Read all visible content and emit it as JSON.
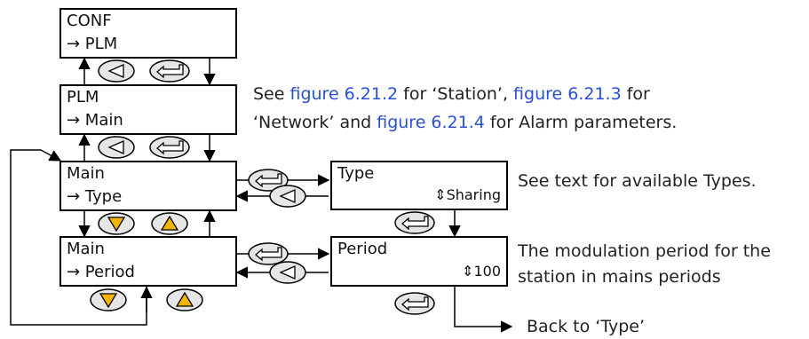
{
  "screens": {
    "conf": {
      "line1": "CONF",
      "line2": "→ PLM"
    },
    "plm": {
      "line1": "PLM",
      "line2": "→ Main"
    },
    "main_type": {
      "line1": "Main",
      "line2": "→ Type"
    },
    "main_period": {
      "line1": "Main",
      "line2": "→ Period"
    },
    "type": {
      "line1": "Type",
      "value": "⇕Sharing"
    },
    "period": {
      "line1": "Period",
      "value": "⇕100"
    }
  },
  "notes": {
    "plm": {
      "t1": "See ",
      "l1": "figure 6.21.2",
      "t2": " for ‘Station’, ",
      "l2": "figure 6.21.3",
      "t3": " for",
      "t4": "‘Network’ and ",
      "l3": "figure 6.21.4",
      "t5": " for Alarm parameters."
    },
    "type": "See text for available Types.",
    "period_line1": "The modulation period for the",
    "period_line2": "station in mains periods",
    "back": "Back to ‘Type’"
  },
  "colors": {
    "link": "#2a4fd6",
    "key_fill": "#e6e6e6",
    "key_arrow_fill": "#f5b400",
    "stroke": "#000000"
  },
  "icons": {
    "page_key": "left-triangle-icon",
    "scroll_key": "enter-arrow-icon",
    "lower_key": "down-triangle-icon",
    "raise_key": "up-triangle-icon"
  }
}
